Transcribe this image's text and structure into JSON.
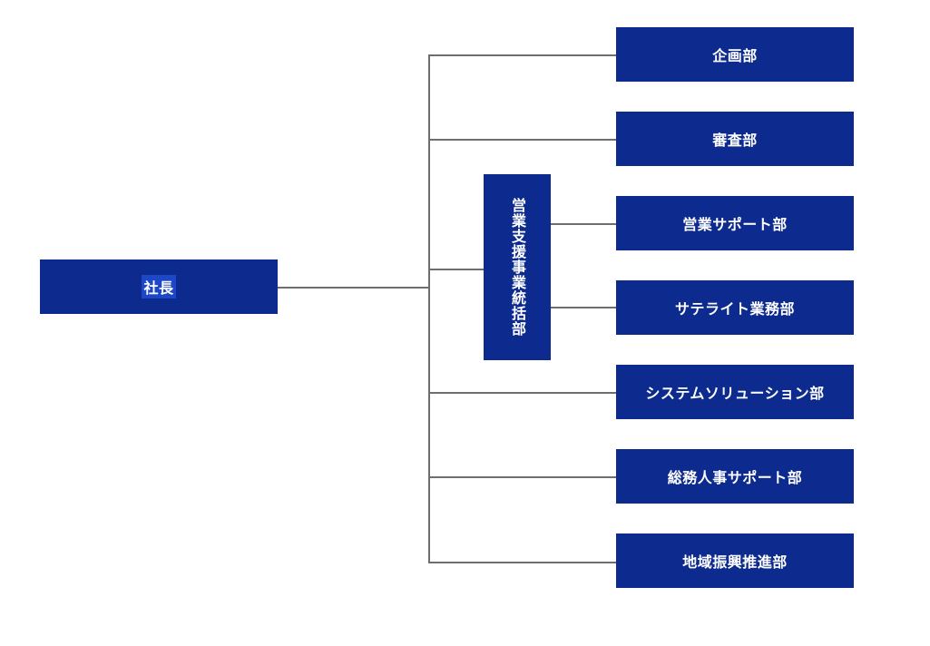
{
  "ceo": {
    "label": "社長"
  },
  "sales_support": {
    "label": "営業支援事業統括部"
  },
  "departments": [
    {
      "label": "企画部"
    },
    {
      "label": "審査部"
    },
    {
      "label": "営業サポート部"
    },
    {
      "label": "サテライト業務部"
    },
    {
      "label": "システムソリューション部"
    },
    {
      "label": "総務人事サポート部"
    },
    {
      "label": "地域振興推進部"
    }
  ],
  "colors": {
    "box_fill": "#0d2a8f",
    "box_text": "#ffffff",
    "connector": "#6e6e6e"
  }
}
